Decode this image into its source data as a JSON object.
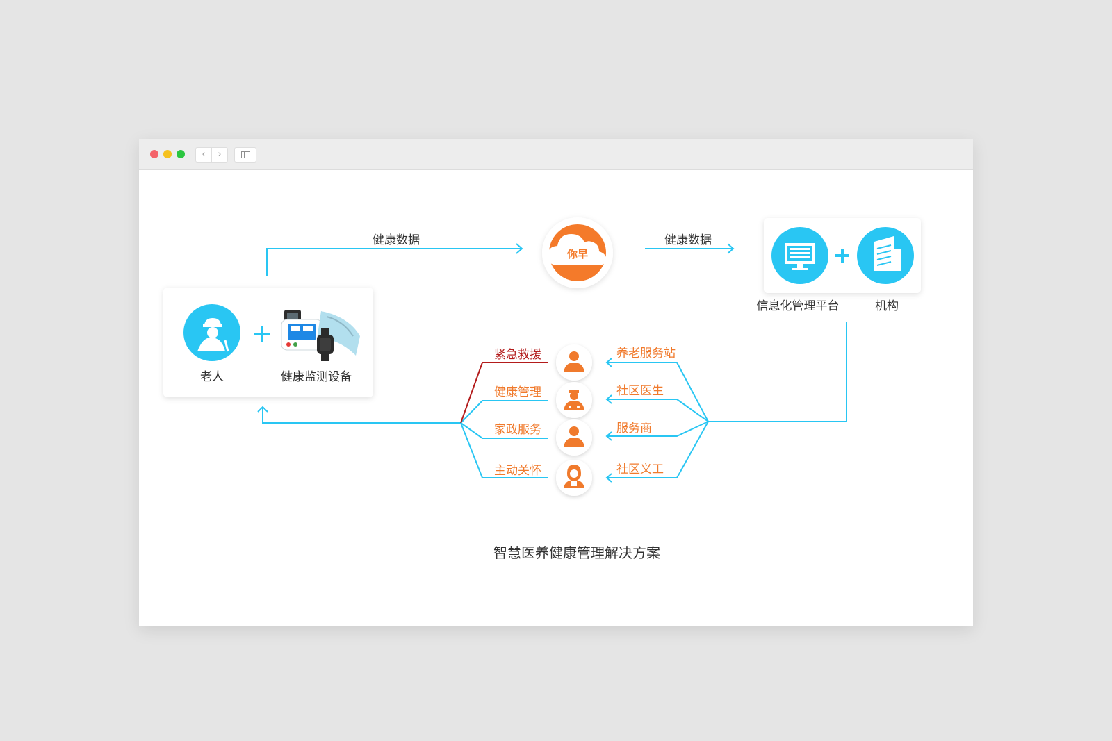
{
  "nodes": {
    "elderly": "老人",
    "devices": "健康监测设备",
    "cloud_logo": "你早",
    "platform": "信息化管理平台",
    "institution": "机构"
  },
  "edges": {
    "health_data_left": "健康数据",
    "health_data_right": "健康数据"
  },
  "services": [
    {
      "label": "紧急救援",
      "icon": "rescuer-person-icon"
    },
    {
      "label": "健康管理",
      "icon": "doctor-person-icon"
    },
    {
      "label": "家政服务",
      "icon": "housekeeper-person-icon"
    },
    {
      "label": "主动关怀",
      "icon": "caregiver-person-icon"
    }
  ],
  "providers": [
    "养老服务站",
    "社区医生",
    "服务商",
    "社区义工"
  ],
  "caption": "智慧医养健康管理解决方案",
  "colors": {
    "accent_blue": "#29c6f3",
    "orange": "#f07a2c",
    "emergency_red": "#b31b1b"
  }
}
